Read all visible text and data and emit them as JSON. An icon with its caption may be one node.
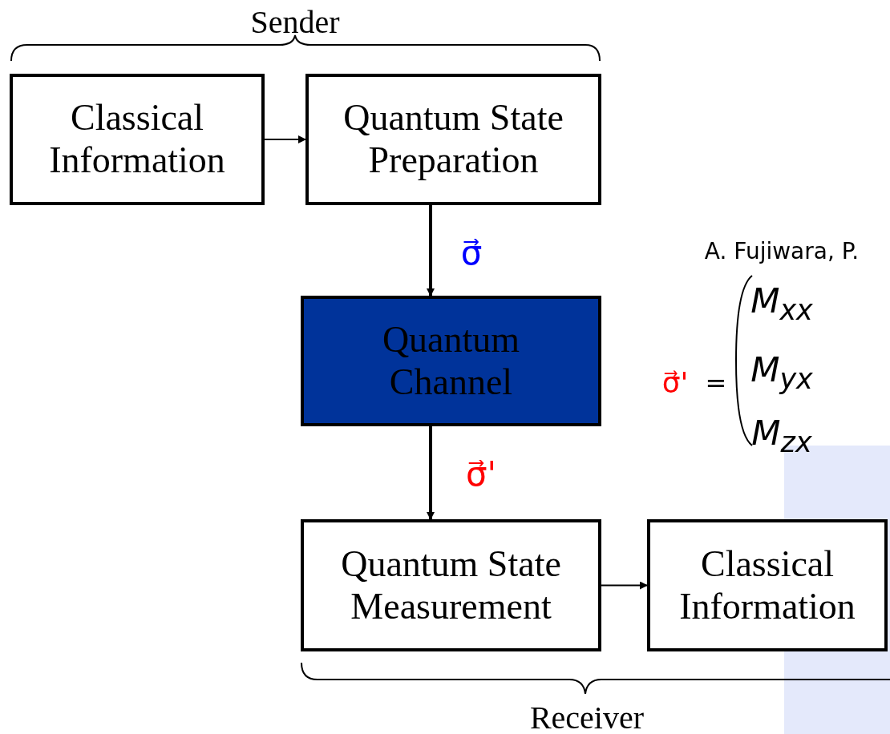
{
  "diagram": {
    "nodes": [
      {
        "text": [
          "Classical Information"
        ]
      },
      {
        "text": [
          "Quantum State Preparation"
        ]
      },
      {
        "text": [
          "Quantum Channel"
        ]
      },
      {
        "text": [
          "Quantum State Measurement"
        ]
      },
      {
        "text": [
          "Classical Information"
        ]
      }
    ],
    "edges": [
      {
        "from": 0,
        "to": 1,
        "arrow": "to"
      },
      {
        "from": 1,
        "to": 2,
        "arrow": "to",
        "label": "σ⃗",
        "style": "thick"
      },
      {
        "from": 2,
        "to": 3,
        "arrow": "to",
        "label": "σ⃗'",
        "style": "thick"
      },
      {
        "from": 3,
        "to": 4,
        "arrow": "to"
      }
    ],
    "labels": [
      "Sender",
      "Receiver",
      "A. Fujiwara, P.",
      "σ⃗'",
      "=",
      "M$_{xx}$",
      "M$_{yx}$",
      "M$_{zx}$"
    ]
  }
}
